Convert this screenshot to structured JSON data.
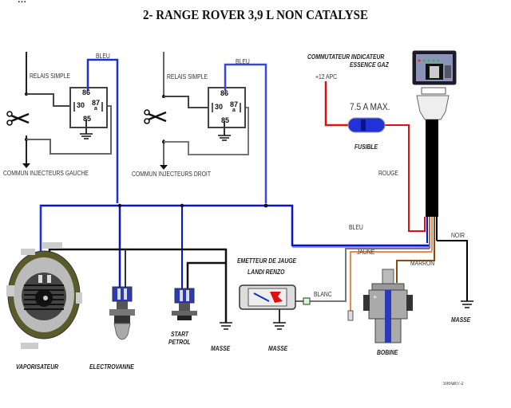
{
  "header": {
    "cut_line_text": "…",
    "title": "2- RANGE ROVER 3,9 L NON CATALYSE"
  },
  "relay_left": {
    "label": "RELAIS SIMPLE",
    "wire_label": "BLEU",
    "pins": [
      "86",
      "30",
      "87",
      "a",
      "85"
    ],
    "injector_label": "COMMUN INJECTEURS GAUCHE"
  },
  "relay_right": {
    "label": "RELAIS SIMPLE",
    "wire_label": "BLEU",
    "pins": [
      "86",
      "30",
      "87",
      "a",
      "85"
    ],
    "injector_label": "COMMUN INJECTEURS DROIT"
  },
  "switch": {
    "title_line1": "COMMUTATEUR INDICATEUR",
    "title_line2": "ESSENCE GAZ",
    "supply_label": "+12 APC",
    "fuse_rating": "7.5 A MAX.",
    "fuse_label": "FUSIBLE"
  },
  "wires": {
    "red": "ROUGE",
    "blue": "BLEU",
    "black": "NOIR",
    "yellow": "JAUNE",
    "brown": "MARRON",
    "white": "BLANC"
  },
  "components": {
    "vaporizer": "VAPORISATEUR",
    "solenoid": "ELECTROVANNE",
    "start_petrol_line1": "START",
    "start_petrol_line2": "PETROL",
    "ground1": "MASSE",
    "gauge_line1": "EMETTEUR DE JAUGE",
    "gauge_line2": "LANDI RENZO",
    "ground2": "MASSE",
    "coil": "BOBINE",
    "ground3": "MASSE"
  },
  "footer": {
    "reference": "SIRAB07-2"
  },
  "colors": {
    "blue_wire": "#0a14c8",
    "red_wire": "#e01010",
    "black_wire": "#000000",
    "gray_wire": "#707070",
    "orange_wire": "#f08a4a",
    "brown_wire": "#8a4a10",
    "relay_line": "#555555"
  }
}
